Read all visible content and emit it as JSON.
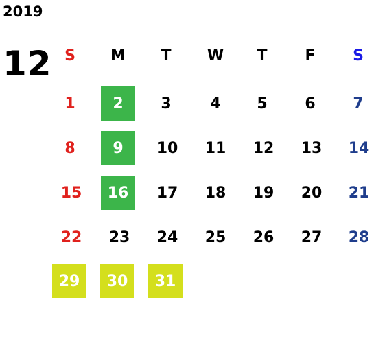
{
  "calendar": {
    "year": "2019",
    "month": "12",
    "weekdays": [
      "S",
      "M",
      "T",
      "W",
      "T",
      "F",
      "S"
    ],
    "weeks": [
      [
        "",
        "",
        "",
        "",
        "",
        "",
        ""
      ],
      [
        "1",
        "2",
        "3",
        "4",
        "5",
        "6",
        "7"
      ],
      [
        "8",
        "9",
        "10",
        "11",
        "12",
        "13",
        "14"
      ],
      [
        "15",
        "16",
        "17",
        "18",
        "19",
        "20",
        "21"
      ],
      [
        "22",
        "23",
        "24",
        "25",
        "26",
        "27",
        "28"
      ],
      [
        "29",
        "30",
        "31",
        "",
        "",
        "",
        ""
      ]
    ],
    "colors": {
      "sunday": "#e0211d",
      "saturday": "#1f3d8c",
      "saturday_header": "#1a1ae6",
      "highlight_green": "#3cb54a",
      "highlight_yellow": "#d4df1d"
    }
  }
}
